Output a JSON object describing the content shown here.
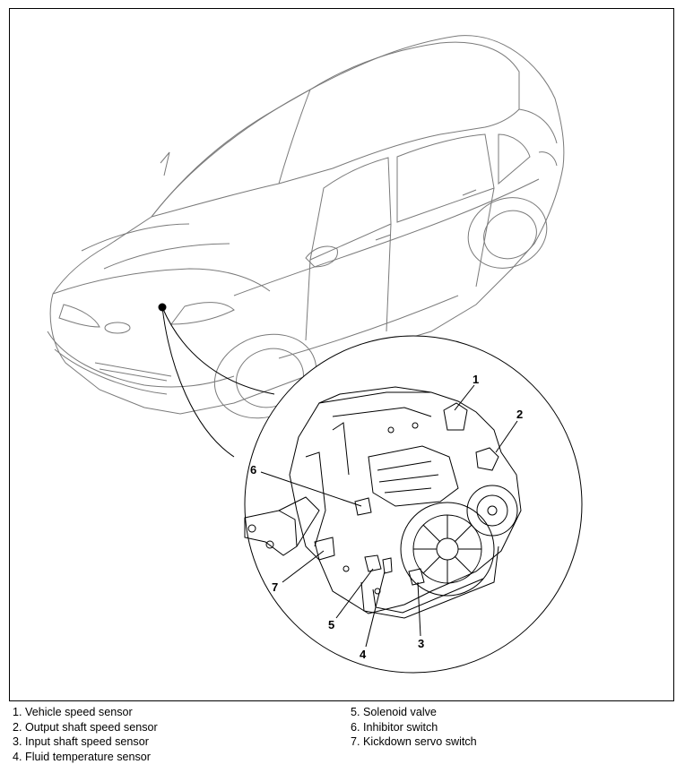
{
  "callouts": [
    "1",
    "2",
    "3",
    "4",
    "5",
    "6",
    "7"
  ],
  "legend": {
    "left": [
      "1. Vehicle speed sensor",
      "2. Output shaft speed sensor",
      "3. Input shaft speed sensor",
      "4. Fluid temperature sensor"
    ],
    "right": [
      "5. Solenoid valve",
      "6. Inhibitor switch",
      "7. Kickdown servo switch"
    ]
  }
}
